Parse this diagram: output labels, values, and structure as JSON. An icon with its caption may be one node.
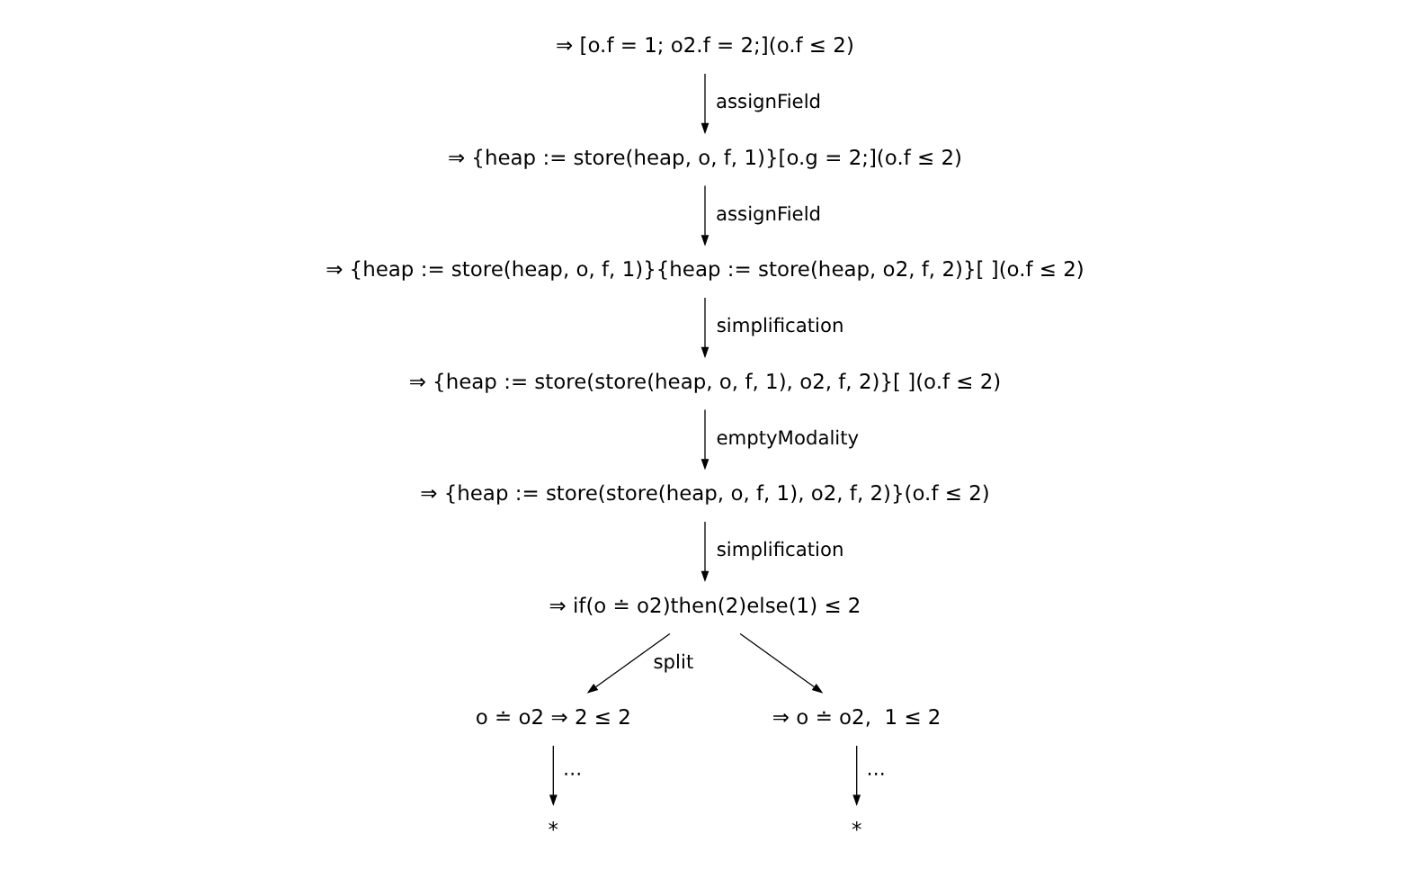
{
  "diagram": {
    "nodes": [
      {
        "text": [
          "⇒ [o.f = 1; o2.f = 2;](o.f ≤ 2)"
        ]
      },
      {
        "text": [
          "⇒ {heap := store(heap, o, f, 1)}[o.g = 2;](o.f ≤ 2)"
        ]
      },
      {
        "text": [
          "⇒ {heap := store(heap, o, f, 1)}{heap := store(heap, o2, f, 2)}[ ](o.f ≤ 2)"
        ]
      },
      {
        "text": [
          "⇒ {heap := store(store(heap, o, f, 1), o2, f, 2)}[ ](o.f ≤ 2)"
        ]
      },
      {
        "text": [
          "⇒ {heap := store(store(heap, o, f, 1), o2, f, 2)}(o.f ≤ 2)"
        ]
      },
      {
        "text": [
          "⇒ if(o ≐ o2)then(2)else(1) ≤ 2"
        ]
      },
      {
        "text": [
          "o ≐ o2 ⇒ 2 ≤ 2"
        ]
      },
      {
        "text": [
          "⇒ o ≐ o2,  1 ≤ 2"
        ]
      },
      {
        "text": [
          "*"
        ]
      },
      {
        "text": [
          "*"
        ]
      }
    ],
    "edges": [
      {
        "from": 0,
        "to": 1,
        "arrow": "to",
        "label": "assignField"
      },
      {
        "from": 1,
        "to": 2,
        "arrow": "to",
        "label": "assignField"
      },
      {
        "from": 2,
        "to": 3,
        "arrow": "to",
        "label": "simplification"
      },
      {
        "from": 3,
        "to": 4,
        "arrow": "to",
        "label": "emptyModality"
      },
      {
        "from": 4,
        "to": 5,
        "arrow": "to",
        "label": "simplification"
      },
      {
        "from": 5,
        "to": 6,
        "arrow": "to",
        "label": "split"
      },
      {
        "from": 5,
        "to": 7,
        "arrow": "to"
      },
      {
        "from": 6,
        "to": 8,
        "arrow": "to",
        "label": "⋯"
      },
      {
        "from": 7,
        "to": 9,
        "arrow": "to",
        "label": "⋯"
      }
    ]
  }
}
